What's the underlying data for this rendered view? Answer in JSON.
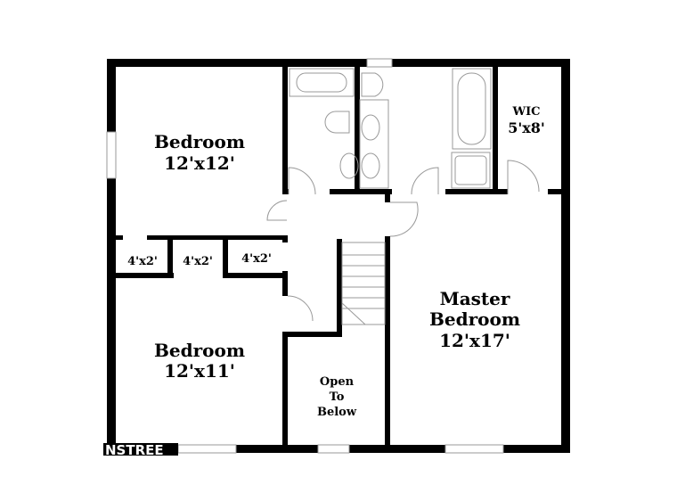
{
  "rooms": {
    "bedroom1": {
      "name": "Bedroom",
      "size": "12'x12'"
    },
    "bedroom2": {
      "name": "Bedroom",
      "size": "12'x11'"
    },
    "closet1": {
      "size": "4'x2'"
    },
    "closet2": {
      "size": "4'x2'"
    },
    "closet3": {
      "size": "4'x2'"
    },
    "wic": {
      "name": "WIC",
      "size": "5'x8'"
    },
    "master": {
      "line1": "Master",
      "line2": "Bedroom",
      "size": "12'x17'"
    },
    "open": {
      "line1": "Open",
      "line2": "To",
      "line3": "Below"
    }
  },
  "watermark": "NSTREE",
  "colors": {
    "wall": "#000000",
    "fixture": "#999999",
    "background": "#ffffff"
  }
}
